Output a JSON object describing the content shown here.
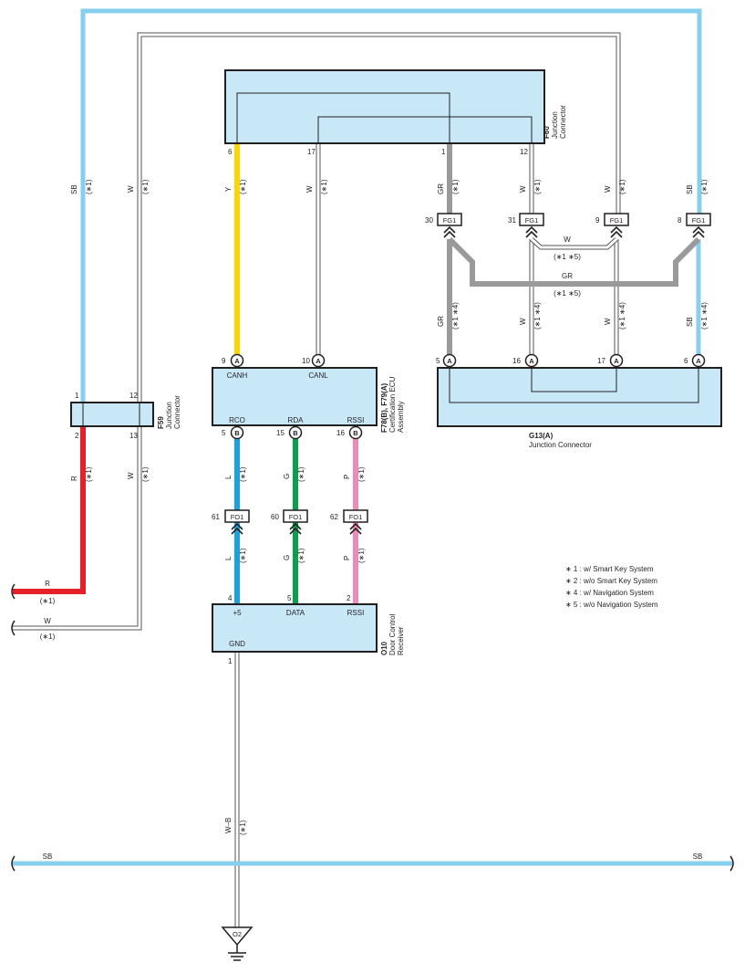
{
  "components": {
    "F60": {
      "id": "F60",
      "name_line1": "Junction",
      "name_line2": "Connector"
    },
    "F59": {
      "id": "F59",
      "name_line1": "Junction",
      "name_line2": "Connector"
    },
    "ECU": {
      "id": "F78(B), F79(A)",
      "name_line1": "Certification ECU",
      "name_line2": "Assembly",
      "pins_top": [
        {
          "num": "9",
          "label": "CANH"
        },
        {
          "num": "10",
          "label": "CANL"
        }
      ],
      "pins_bottom": [
        {
          "num": "5",
          "label": "RCO"
        },
        {
          "num": "15",
          "label": "RDA"
        },
        {
          "num": "16",
          "label": "RSSI"
        }
      ]
    },
    "G13": {
      "id": "G13(A)",
      "name": "Junction Connector"
    },
    "O10": {
      "id": "O10",
      "name_line1": "Door Control",
      "name_line2": "Receiver",
      "pins_top": [
        {
          "num": "4",
          "label": "+5"
        },
        {
          "num": "5",
          "label": "DATA"
        },
        {
          "num": "2",
          "label": "RSSI"
        }
      ],
      "pin_bottom": {
        "num": "1",
        "label": "GND"
      }
    },
    "O2": {
      "id": "O2"
    }
  },
  "pins": {
    "f60_6": "6",
    "f60_17": "17",
    "f60_1": "1",
    "f60_12": "12",
    "f59_1": "1",
    "f59_12": "12",
    "f59_2": "2",
    "f59_13": "13",
    "g13_5": "5",
    "g13_16": "16",
    "g13_17": "17",
    "g13_6": "6",
    "fg1_30": "30",
    "fg1_31": "31",
    "fg1_9": "9",
    "fg1_8": "8",
    "fo1_61": "61",
    "fo1_60": "60",
    "fo1_62": "62"
  },
  "letters": {
    "A": "A",
    "B": "B"
  },
  "connectors": {
    "FG1": "FG1",
    "FO1": "FO1"
  },
  "wire_colors": {
    "SB": "SB",
    "W": "W",
    "Y": "Y",
    "GR": "GR",
    "R": "R",
    "L": "L",
    "G": "G",
    "P": "P",
    "WB": "W–B"
  },
  "notes": {
    "n1": "(∗1)",
    "n14": "(∗1 ∗4)",
    "n15": "(∗1 ∗5)"
  },
  "legend": [
    "∗ 1 : w/ Smart Key System",
    "∗ 2 : w/o Smart Key System",
    "∗ 4 : w/ Navigation System",
    "∗ 5 : w/o Navigation System"
  ],
  "colors": {
    "SB": "#87cfee",
    "GR": "#9a9a9c",
    "Y": "#ffd500",
    "R": "#e4202a",
    "L": "#1aa1e0",
    "G": "#0aa04a",
    "P": "#ef8ab8",
    "box": "#c8e8f8"
  }
}
